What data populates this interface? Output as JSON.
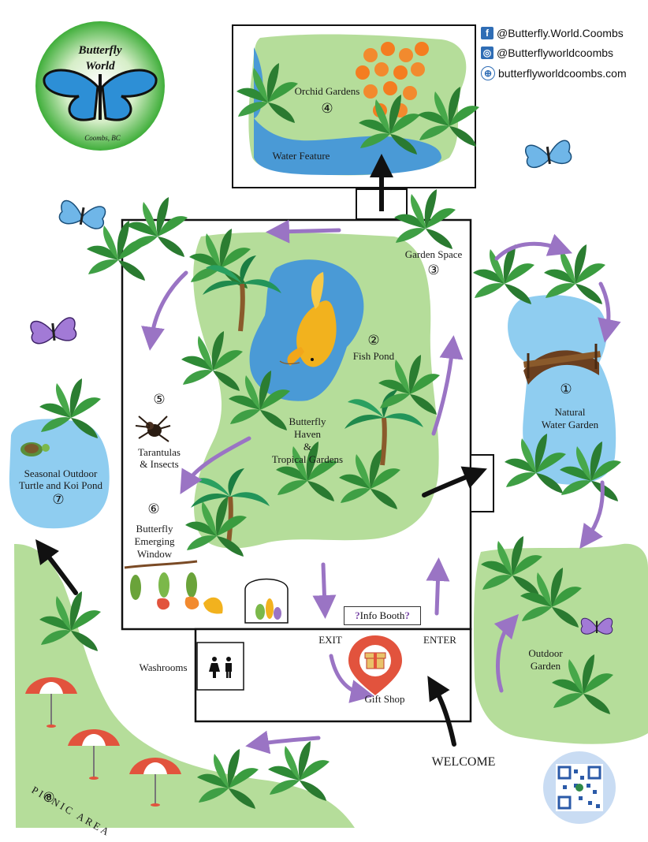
{
  "logo": {
    "line1": "Butterfly",
    "line2": "World",
    "location": "Coombs, BC"
  },
  "social": [
    {
      "icon": "facebook-icon",
      "glyph": "f",
      "text": "@Butterfly.World.Coombs"
    },
    {
      "icon": "instagram-icon",
      "glyph": "◎",
      "text": "@Butterflyworldcoombs"
    },
    {
      "icon": "globe-icon",
      "glyph": "⊕",
      "text": "butterflyworldcoombs.com"
    }
  ],
  "areas": {
    "natural_water_garden": {
      "num": "①",
      "line1": "Natural",
      "line2": "Water Garden"
    },
    "fish_pond": {
      "num": "②",
      "label": "Fish Pond"
    },
    "garden_space": {
      "num": "③",
      "label": "Garden Space"
    },
    "orchid_gardens": {
      "num": "④",
      "label": "Orchid Gardens"
    },
    "water_feature": {
      "label": "Water Feature"
    },
    "tarantulas": {
      "num": "⑤",
      "line1": "Tarantulas",
      "line2": "& Insects"
    },
    "emerging_window": {
      "num": "⑥",
      "line1": "Butterfly",
      "line2": "Emerging",
      "line3": "Window"
    },
    "turtle_pond": {
      "num": "⑦",
      "line1": "Seasonal Outdoor",
      "line2": "Turtle and Koi Pond"
    },
    "picnic": {
      "num": "⑧",
      "label": "PICNIC AREA"
    },
    "haven": {
      "line1": "Butterfly",
      "line2": "Haven",
      "line3": "&",
      "line4": "Tropical Gardens"
    },
    "outdoor_garden": {
      "line1": "Outdoor",
      "line2": "Garden"
    }
  },
  "facilities": {
    "info_booth": "Info Booth",
    "info_q": "?",
    "washrooms": "Washrooms",
    "gift_shop": "Gift Shop",
    "exit": "EXIT",
    "enter": "ENTER",
    "welcome": "WELCOME"
  },
  "colors": {
    "garden_green": "#b5dd9a",
    "water_blue": "#8fcdf0",
    "pond_blue": "#4a9ad6",
    "arrow_purple": "#9a74c4",
    "gift_red": "#e2533d"
  }
}
